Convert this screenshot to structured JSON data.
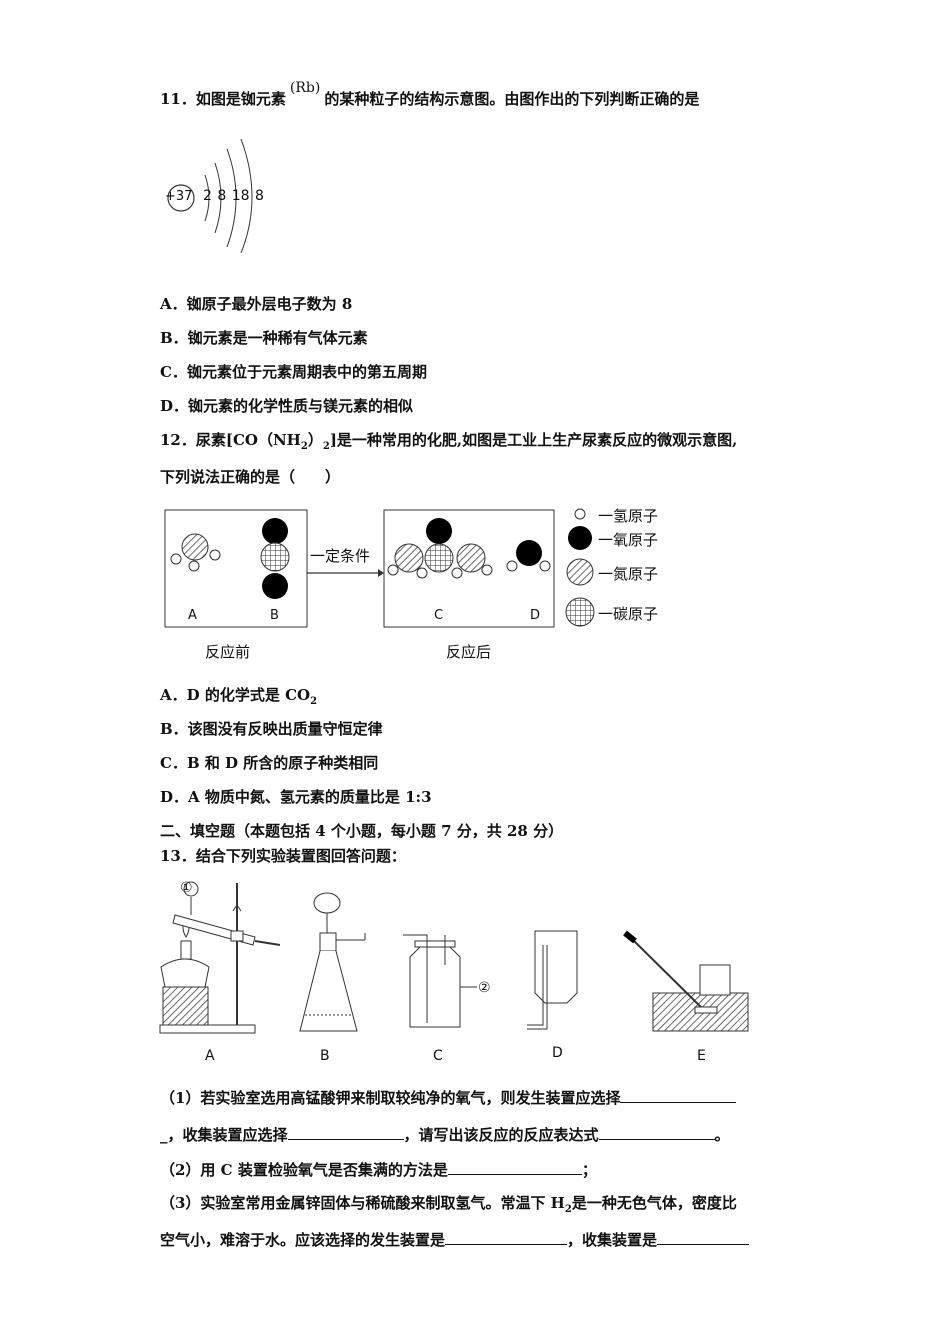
{
  "q11": {
    "stem_a": "11．如图是铷元素",
    "rb": "(Rb)",
    "stem_b": "的某种粒子的结构示意图。由图作出的下列判断正确的是",
    "nucleus": "+37",
    "shells": "2 8 18 8",
    "options": {
      "A": "A．铷原子最外层电子数为 8",
      "B": "B．铷元素是一种稀有气体元素",
      "C": "C．铷元素位于元素周期表中的第五周期",
      "D": "D．铷元素的化学性质与镁元素的相似"
    }
  },
  "q12": {
    "stem1_a": "12．尿素[CO（NH",
    "stem1_sub": "2",
    "stem1_b": "）",
    "stem1_sub2": "2",
    "stem1_c": "]是一种常用的化肥,如图是工业上生产尿素反应的微观示意图,",
    "stem2": "下列说法正确的是（　　）",
    "diagram": {
      "label_a": "A",
      "label_b": "B",
      "label_c": "C",
      "label_d": "D",
      "condition": "一定条件",
      "before": "反应前",
      "after": "反应后",
      "legend": [
        "一氢原子",
        "一氧原子",
        "一氮原子",
        "一碳原子"
      ]
    },
    "options": {
      "A_a": "A．D 的化学式是 CO",
      "A_sub": "2",
      "B": "B．该图没有反映出质量守恒定律",
      "C": "C．B 和 D 所含的原子种类相同",
      "D": "D．A 物质中氮、氢元素的质量比是 1:3"
    }
  },
  "section2": "二、填空题（本题包括 4 个小题，每小题 7 分，共 28 分）",
  "q13": {
    "stem": "13．结合下列实验装置图回答问题：",
    "marker1": "①",
    "marker2": "②",
    "labels": [
      "A",
      "B",
      "C",
      "D",
      "E"
    ],
    "p1_a": "（1）若实验室选用高锰酸钾来制取较纯净的氧气，则发生装置应选择",
    "p1_b": "_，收集装置应选择",
    "p1_c": "，请写出该反应的反应表达式",
    "p1_d": "。",
    "p2_a": "（2）用 C 装置检验氧气是否集满的方法是",
    "p2_b": "；",
    "p3_a": "（3）实验室常用金属锌固体与稀硫酸来制取氢气。常温下 H",
    "p3_sub": "2",
    "p3_b": "是一种无色气体，密度比",
    "p4_a": "空气小，难溶于水。应该选择的发生装置是",
    "p4_b": "，收集装置是"
  }
}
